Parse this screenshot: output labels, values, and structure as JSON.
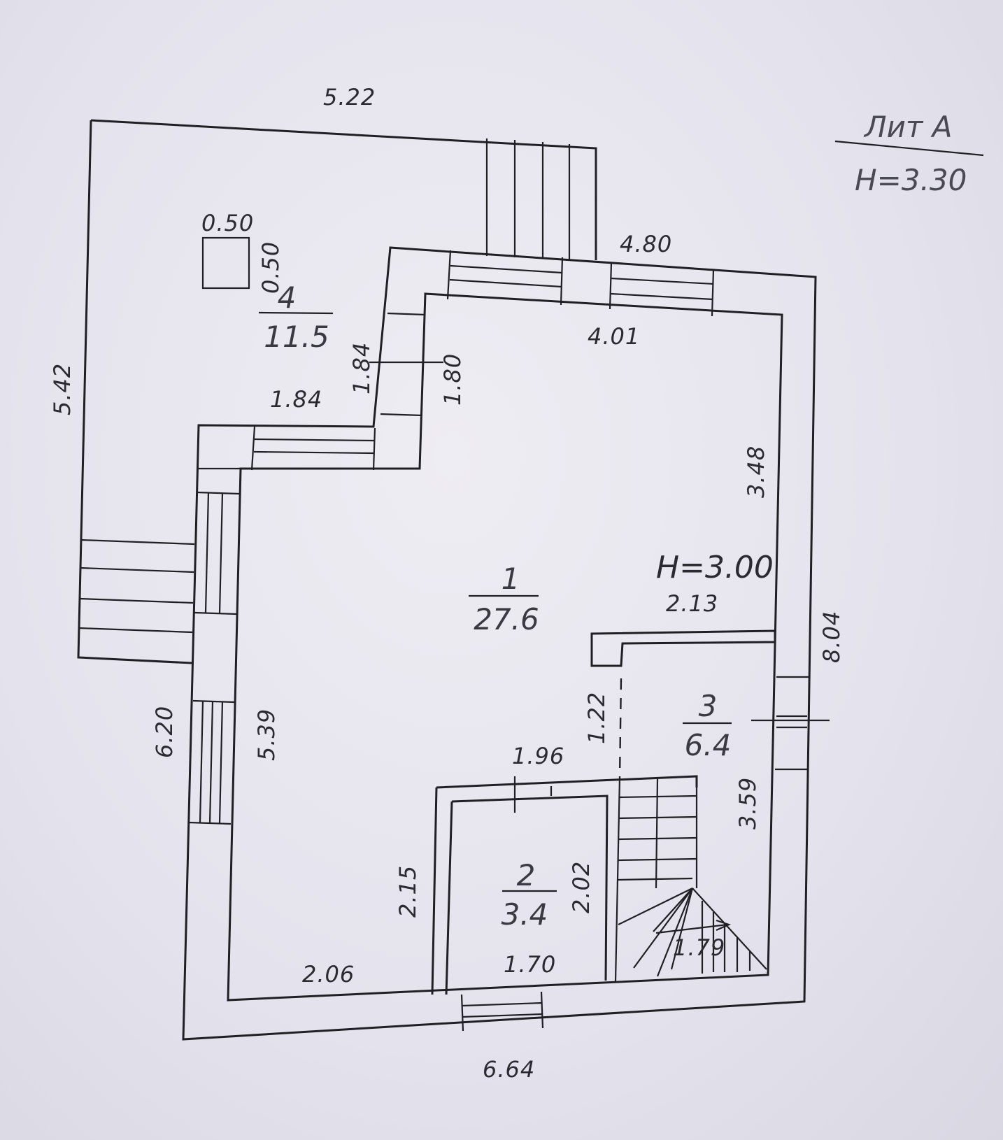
{
  "title_block": {
    "name": "Лит А",
    "height": "H=3.30"
  },
  "rooms": [
    {
      "number": "1",
      "area": "27.6"
    },
    {
      "number": "2",
      "area": "3.4"
    },
    {
      "number": "3",
      "area": "6.4"
    },
    {
      "number": "4",
      "area": "11.5"
    }
  ],
  "room_height": "H=3.00",
  "dimensions": {
    "top_outer": "5.22",
    "left_outer": "5.42",
    "chimney_w": "0.50",
    "chimney_h": "0.50",
    "step_w": "1.84",
    "step_h": "1.84",
    "inner_step_h": "1.80",
    "top_wall": "4.80",
    "inner_top": "4.01",
    "right_upper": "3.48",
    "right_outer": "8.04",
    "partition_w": "2.13",
    "door_h": "1.22",
    "right_lower": "3.59",
    "left_wall": "6.20",
    "left_inner": "5.39",
    "room2_top": "1.96",
    "room2_left": "2.15",
    "room2_right": "2.02",
    "room2_bottom": "1.70",
    "bottom_inner": "2.06",
    "stair": "1.79",
    "bottom_outer": "6.64"
  }
}
